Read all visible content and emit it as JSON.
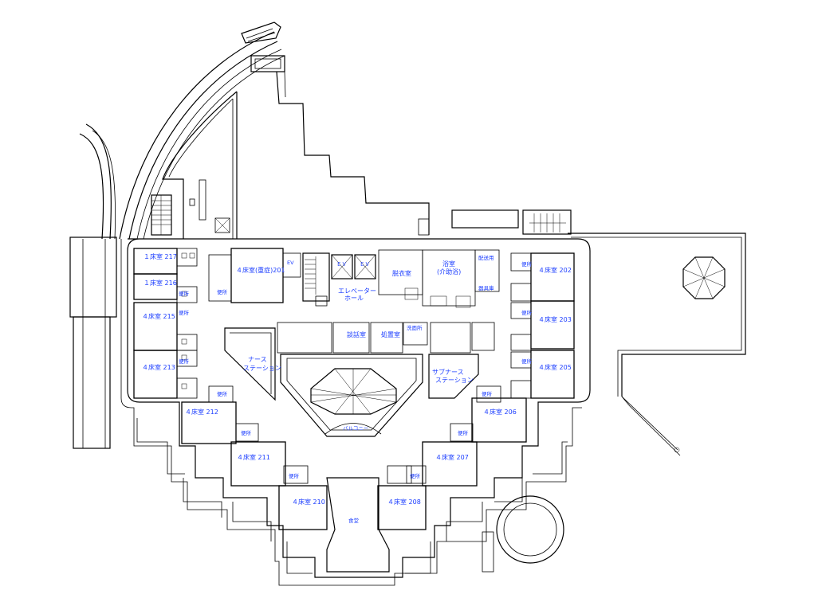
{
  "plan": {
    "rooms": [
      {
        "id": "r217",
        "label": "１床室 217"
      },
      {
        "id": "r216",
        "label": "１床室 216"
      },
      {
        "id": "r215",
        "label": "４床室 215"
      },
      {
        "id": "r213",
        "label": "４床室 213"
      },
      {
        "id": "r212",
        "label": "４床室 212"
      },
      {
        "id": "r211",
        "label": "４床室 211"
      },
      {
        "id": "r210",
        "label": "４床室 210"
      },
      {
        "id": "r208",
        "label": "４床室 208"
      },
      {
        "id": "r207",
        "label": "４床室 207"
      },
      {
        "id": "r206",
        "label": "４床室 206"
      },
      {
        "id": "r205",
        "label": "４床室 205"
      },
      {
        "id": "r203",
        "label": "４床室 203"
      },
      {
        "id": "r202",
        "label": "４床室 202"
      },
      {
        "id": "r201",
        "label": "４床室(重症)201"
      }
    ],
    "labels": {
      "elevator_hall_1": "エレベーター",
      "elevator_hall_2": "ホール",
      "changing_room": "脱衣室",
      "bath_1": "浴室",
      "bath_2": "(介助浴)",
      "counseling": "談話室",
      "treatment": "処置室",
      "nurse_1": "ナース",
      "nurse_2": "ステーション",
      "subnurse_1": "サブナース",
      "subnurse_2": "ステーション",
      "balcony": "バルコニー",
      "dining": "食堂",
      "toilet": "便所",
      "ev": "EV",
      "ev2": "ＥＶ",
      "ev3": "ＥＶ",
      "washroom": "洗面所",
      "tool": "器具庫",
      "service_ev": "配送用"
    }
  }
}
